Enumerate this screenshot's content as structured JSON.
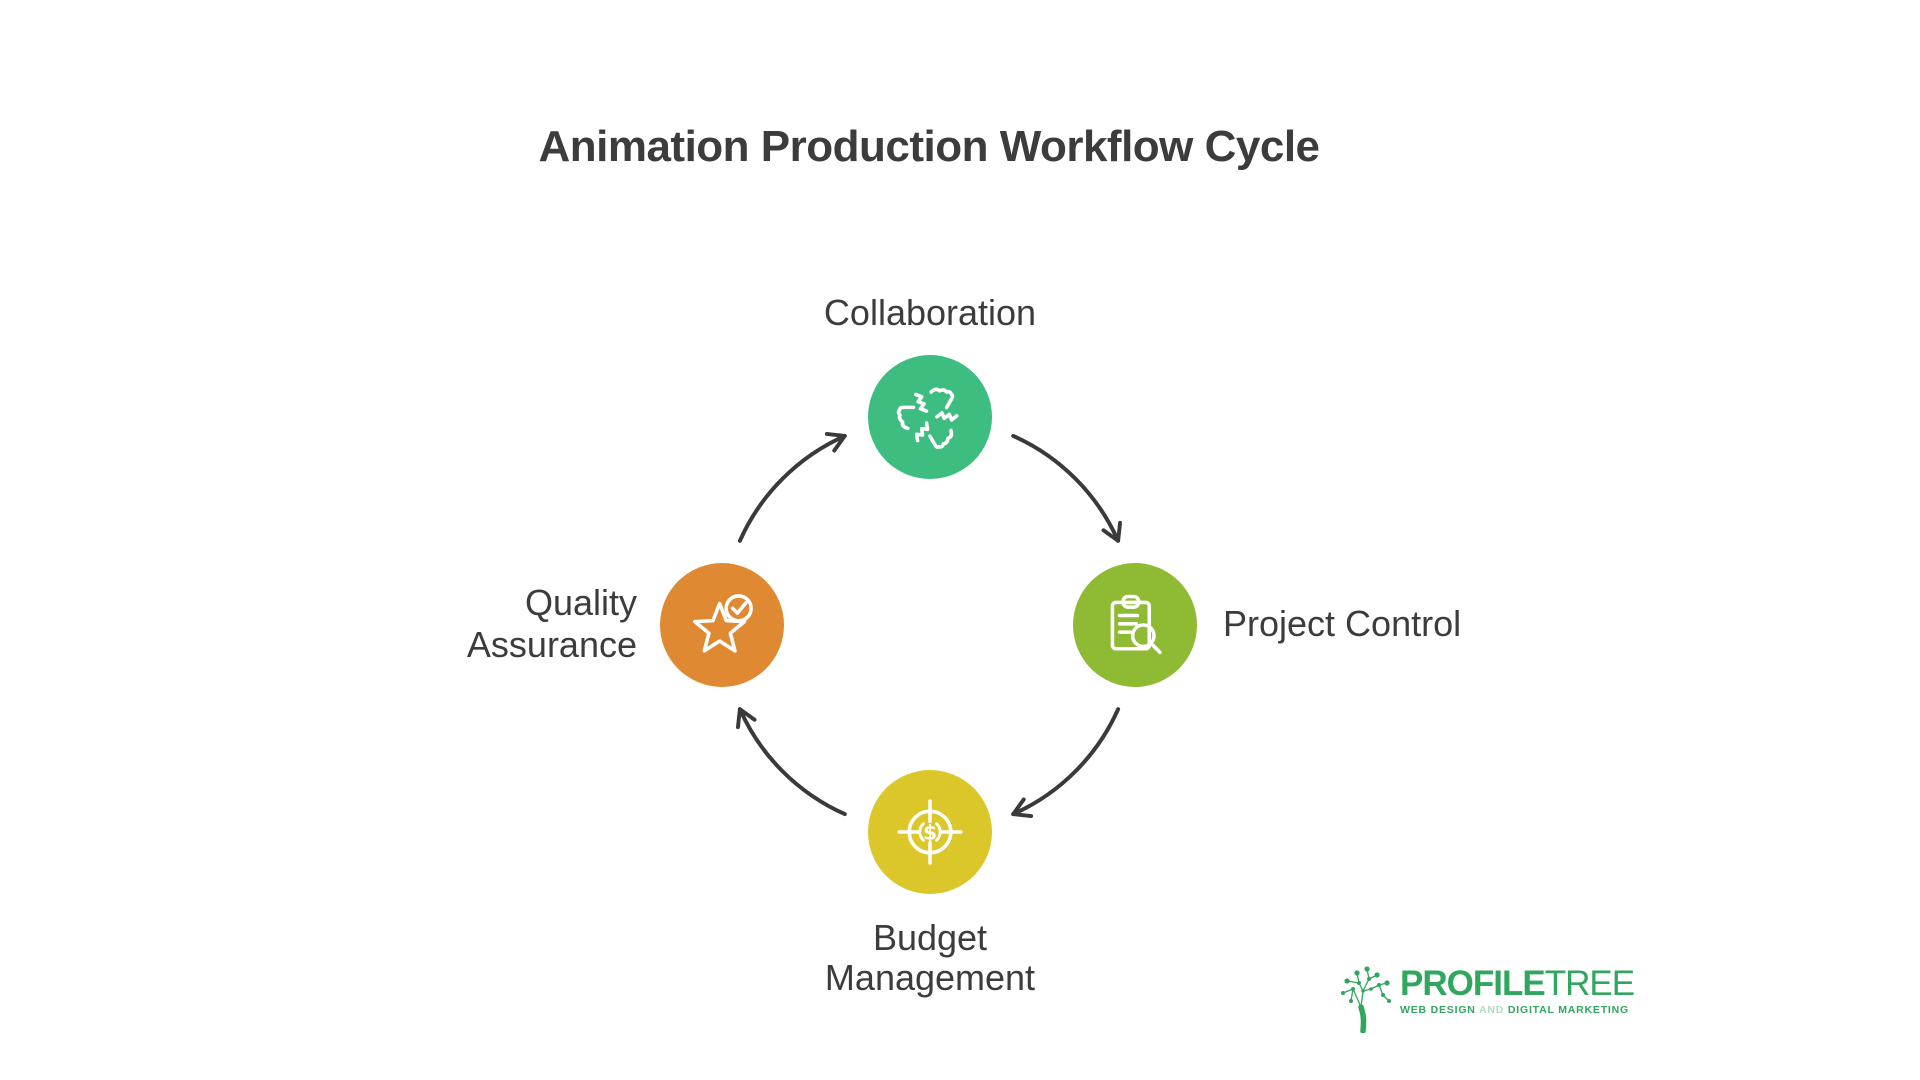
{
  "title": "Animation Production Workflow Cycle",
  "text_color": "#3c3c3c",
  "diagram": {
    "flow_direction": "clockwise",
    "arrow_color": "#3a3a3a",
    "nodes": [
      {
        "id": "collaboration",
        "label": "Collaboration",
        "color": "#3ebd80",
        "icon": "handshake-icon"
      },
      {
        "id": "project-control",
        "label": "Project Control",
        "color": "#8fba33",
        "icon": "clipboard-search-icon"
      },
      {
        "id": "budget-management",
        "label": "Budget\nManagement",
        "color": "#dcc72b",
        "icon": "dollar-target-icon"
      },
      {
        "id": "quality-assurance",
        "label": "Quality\nAssurance",
        "color": "#df8a33",
        "icon": "star-check-icon"
      }
    ]
  },
  "logo": {
    "brand_bold": "PROFILE",
    "brand_light": "TREE",
    "tagline_web_design": "WEB DESIGN",
    "tagline_and": "AND",
    "tagline_digital_marketing": "DIGITAL MARKETING",
    "color": "#31a65e",
    "light_color": "#b2dcc4"
  }
}
